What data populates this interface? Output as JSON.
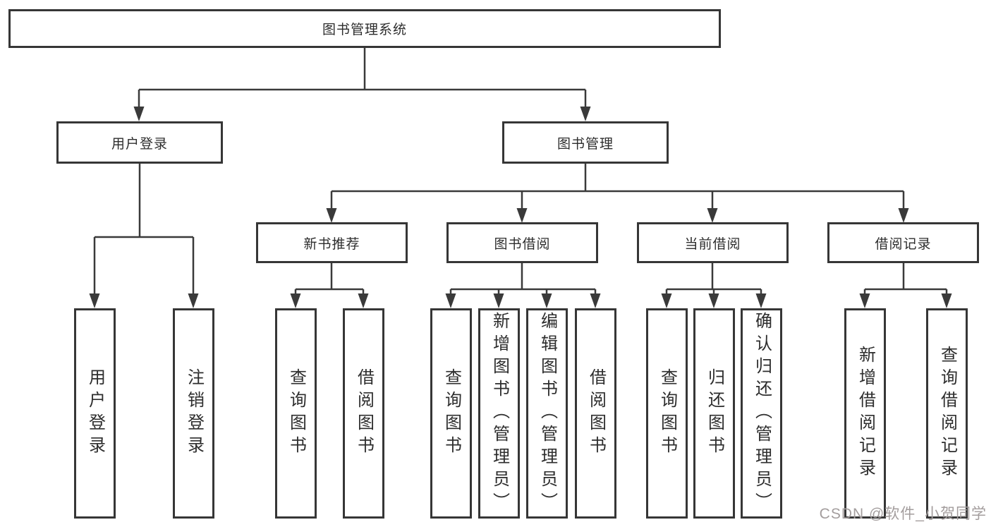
{
  "colors": {
    "line": "#3a3a3a",
    "box_border": "#363636",
    "text": "#2d2d2d",
    "background": "#ffffff",
    "watermark": "#a39d9d"
  },
  "tree": {
    "root": {
      "label": "图书管理系统",
      "children": [
        {
          "label": "用户登录",
          "children": [
            {
              "label": "用户登录"
            },
            {
              "label": "注销登录"
            }
          ]
        },
        {
          "label": "图书管理",
          "children": [
            {
              "label": "新书推荐",
              "children": [
                {
                  "label": "查询图书"
                },
                {
                  "label": "借阅图书"
                }
              ]
            },
            {
              "label": "图书借阅",
              "children": [
                {
                  "label": "查询图书"
                },
                {
                  "label": "新增图书（管理员）"
                },
                {
                  "label": "编辑图书（管理员）"
                },
                {
                  "label": "借阅图书"
                }
              ]
            },
            {
              "label": "当前借阅",
              "children": [
                {
                  "label": "查询图书"
                },
                {
                  "label": "归还图书"
                },
                {
                  "label": "确认归还（管理员）"
                }
              ]
            },
            {
              "label": "借阅记录",
              "children": [
                {
                  "label": "新增借阅记录"
                },
                {
                  "label": "查询借阅记录"
                }
              ]
            }
          ]
        }
      ]
    }
  },
  "watermark": {
    "text": "CSDN @软件_小贺同学"
  }
}
